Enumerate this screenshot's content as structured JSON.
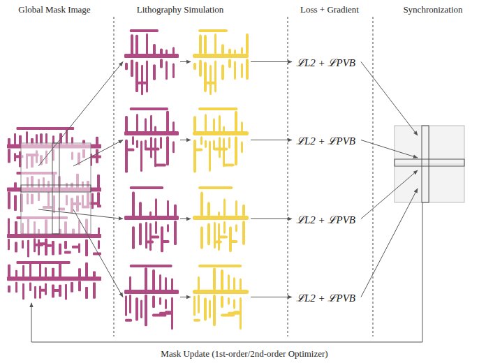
{
  "diagram": {
    "nodes": [
      {
        "text": [
          "ℒL2 + ℒPVB"
        ]
      },
      {
        "text": [
          "ℒL2 + ℒPVB"
        ]
      },
      {
        "text": [
          "ℒL2 + ℒPVB"
        ]
      },
      {
        "text": [
          "ℒL2 + ℒPVB"
        ]
      }
    ],
    "labels": [
      "Global Mask Image",
      "Lithography Simulation",
      "Loss + Gradient",
      "Synchronization",
      "Mask Update (1st-order/2nd-order Optimizer)"
    ]
  }
}
